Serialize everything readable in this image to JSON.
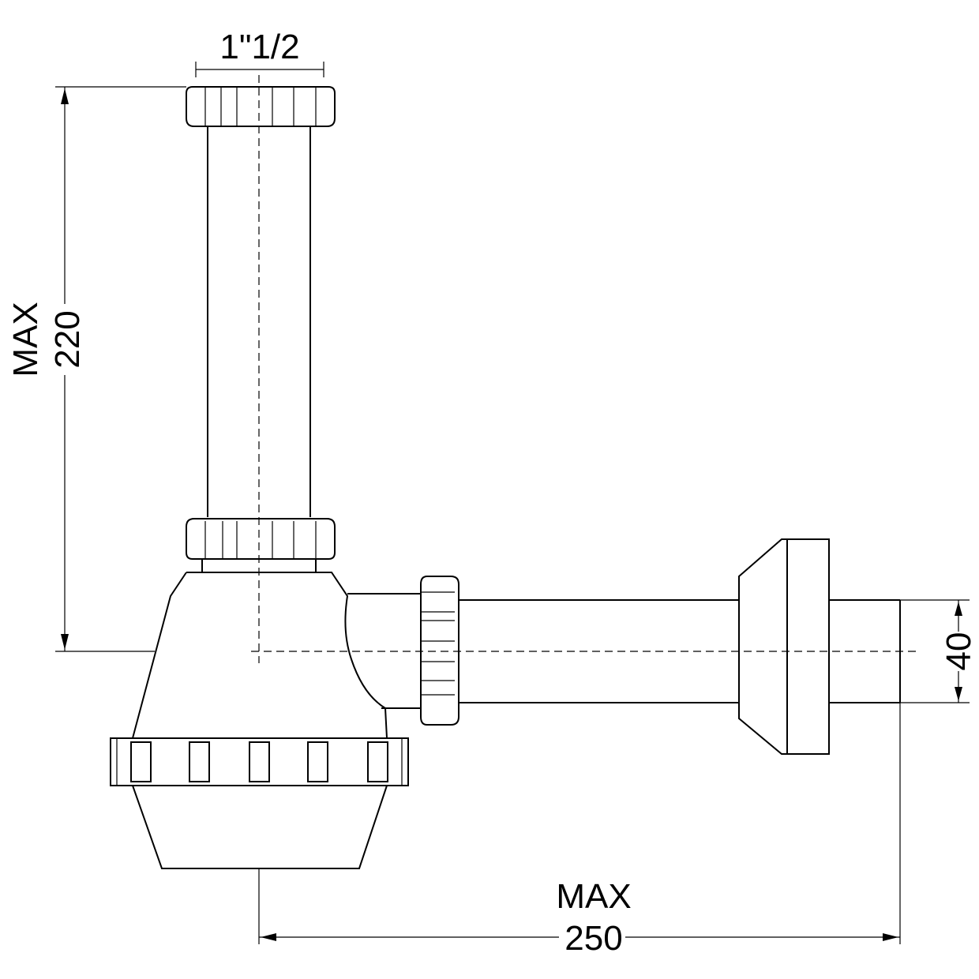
{
  "diagram": {
    "thread_size": "1\"1/2",
    "height_dim": {
      "label": "MAX",
      "value": "220"
    },
    "width_dim": {
      "label": "MAX",
      "value": "250"
    },
    "outlet_dim": {
      "value": "40"
    }
  }
}
